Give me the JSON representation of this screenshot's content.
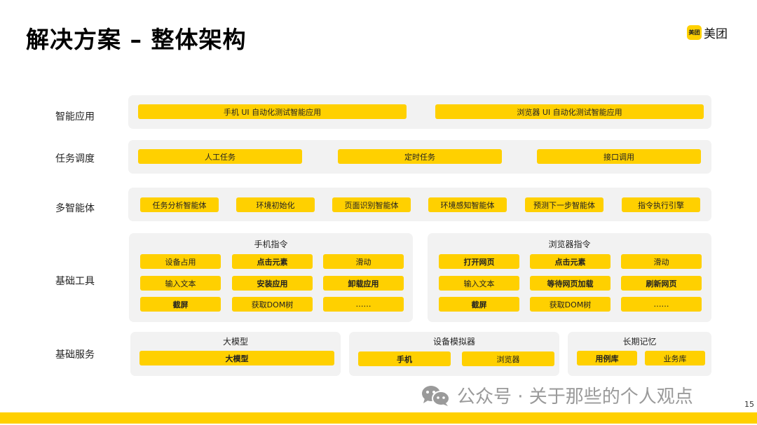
{
  "slide": {
    "title": "解决方案 – 整体架构",
    "brand": {
      "badge_text": "美团",
      "name": "美团"
    },
    "page_number": "15",
    "watermark": "公众号 · 关于那些的个人观点"
  },
  "colors": {
    "accent": "#FFD000",
    "panel": "#F2F2F2",
    "text": "#222222",
    "watermark": "#9A9A9A"
  },
  "layers": [
    {
      "label": "智能应用",
      "items": [
        "手机 UI 自动化测试智能应用",
        "浏览器 UI 自动化测试智能应用"
      ]
    },
    {
      "label": "任务调度",
      "items": [
        "人工任务",
        "定时任务",
        "接口调用"
      ]
    },
    {
      "label": "多智能体",
      "items": [
        "任务分析智能体",
        "环境初始化",
        "页面识别智能体",
        "环境感知智能体",
        "预测下一步智能体",
        "指令执行引擎"
      ]
    },
    {
      "label": "基础工具",
      "groups": [
        {
          "title": "手机指令",
          "items": [
            "设备占用",
            "点击元素",
            "滑动",
            "输入文本",
            "安装应用",
            "卸载应用",
            "截屏",
            "获取DOM树",
            "……"
          ]
        },
        {
          "title": "浏览器指令",
          "items": [
            "打开网页",
            "点击元素",
            "滑动",
            "输入文本",
            "等待网页加载",
            "刷新网页",
            "截屏",
            "获取DOM树",
            "……"
          ]
        }
      ]
    },
    {
      "label": "基础服务",
      "groups": [
        {
          "title": "大模型",
          "items": [
            "大模型"
          ]
        },
        {
          "title": "设备模拟器",
          "items": [
            "手机",
            "浏览器"
          ]
        },
        {
          "title": "长期记忆",
          "items": [
            "用例库",
            "业务库"
          ]
        }
      ]
    }
  ]
}
